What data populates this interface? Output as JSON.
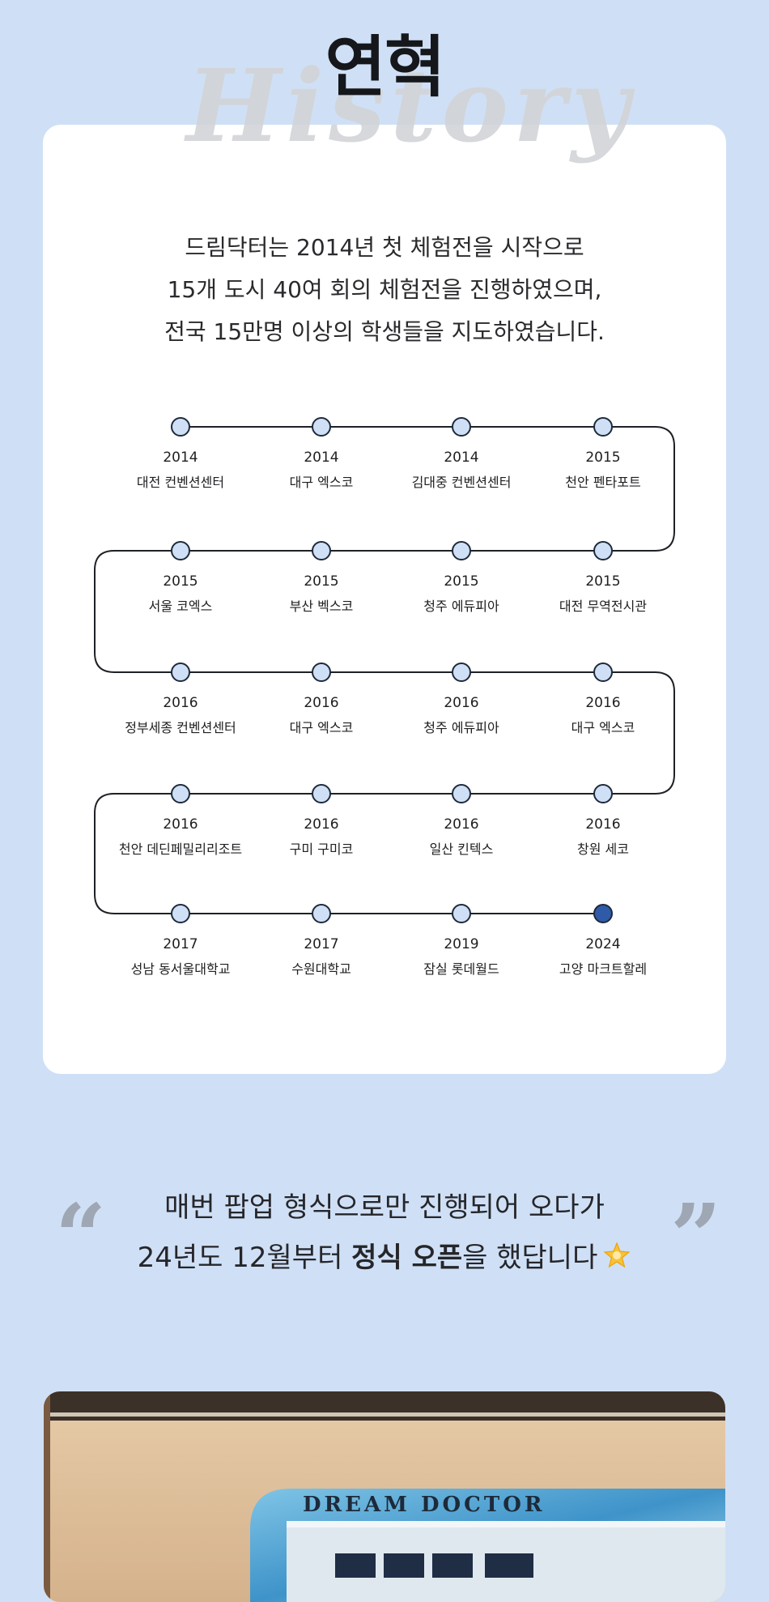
{
  "header": {
    "title": "연혁",
    "watermark": "History"
  },
  "intro": {
    "lines": [
      "드림닥터는 2014년 첫 체험전을 시작으로",
      "15개 도시 40여 회의 체험전을 진행하였으며,",
      "전국 15만명 이상의 학생들을 지도하였습니다."
    ]
  },
  "timeline": {
    "colors": {
      "node_fill": "#cfe0f6",
      "node_stroke": "#1e2a3a",
      "current_fill": "#2f5aa8",
      "line": "#1e2126"
    },
    "events": [
      {
        "year": "2014",
        "place": "대전 컨벤션센터"
      },
      {
        "year": "2014",
        "place": "대구 엑스코"
      },
      {
        "year": "2014",
        "place": "김대중 컨벤션센터"
      },
      {
        "year": "2015",
        "place": "천안 펜타포트"
      },
      {
        "year": "2015",
        "place": "서울 코엑스"
      },
      {
        "year": "2015",
        "place": "부산 벡스코"
      },
      {
        "year": "2015",
        "place": "청주 에듀피아"
      },
      {
        "year": "2015",
        "place": "대전 무역전시관"
      },
      {
        "year": "2016",
        "place": "정부세종 컨벤션센터"
      },
      {
        "year": "2016",
        "place": "대구 엑스코"
      },
      {
        "year": "2016",
        "place": "청주 에듀피아"
      },
      {
        "year": "2016",
        "place": "대구 엑스코"
      },
      {
        "year": "2016",
        "place": "천안 데딘페밀리리조트"
      },
      {
        "year": "2016",
        "place": "구미 구미코"
      },
      {
        "year": "2016",
        "place": "일산 킨텍스"
      },
      {
        "year": "2016",
        "place": "창원 세코"
      },
      {
        "year": "2017",
        "place": "성남 동서울대학교"
      },
      {
        "year": "2017",
        "place": "수원대학교"
      },
      {
        "year": "2019",
        "place": "잠실 롯데월드"
      },
      {
        "year": "2024",
        "place": "고양 마크트할레",
        "current": true
      }
    ]
  },
  "quote": {
    "line1": "매번 팝업 형식으로만 진행되어 오다가",
    "line2_prefix": "24년도 12월부터 ",
    "line2_bold": "정식 오픈",
    "line2_suffix": "을 했답니다",
    "emoji_icon": "glowing-star-icon",
    "open_mark": "“",
    "close_mark": "”"
  },
  "photo": {
    "sign_text": "DREAM DOCTOR",
    "icon": "store-entrance-photo"
  }
}
